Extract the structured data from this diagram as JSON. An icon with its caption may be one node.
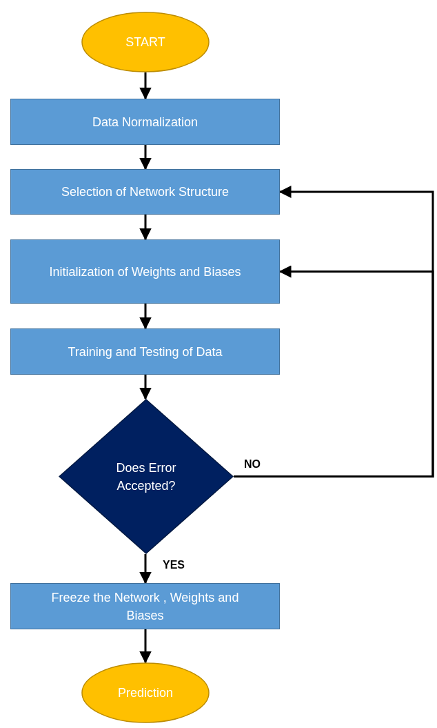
{
  "diagram": {
    "nodes": [
      {
        "text": [
          "START"
        ]
      },
      {
        "text": [
          "Data Normalization"
        ]
      },
      {
        "text": [
          "Selection of Network Structure"
        ]
      },
      {
        "text": [
          "Initialization of Weights and Biases"
        ]
      },
      {
        "text": [
          "Training and Testing of Data"
        ]
      },
      {
        "text": [
          "Does Error Accepted?"
        ]
      },
      {
        "text": [
          "Freeze the Network , Weights and Biases"
        ]
      },
      {
        "text": [
          "Prediction"
        ]
      }
    ],
    "edges": [
      {
        "from": 0,
        "to": 1,
        "arrow": "to"
      },
      {
        "from": 1,
        "to": 2,
        "arrow": "to"
      },
      {
        "from": 2,
        "to": 3,
        "arrow": "to"
      },
      {
        "from": 3,
        "to": 4,
        "arrow": "to"
      },
      {
        "from": 4,
        "to": 5,
        "arrow": "to"
      },
      {
        "from": 5,
        "to": 6,
        "arrow": "to",
        "label": "YES"
      },
      {
        "from": 6,
        "to": 7,
        "arrow": "to"
      },
      {
        "from": 5,
        "to": 2,
        "arrow": "to",
        "label": "NO"
      },
      {
        "from": 5,
        "to": 3,
        "arrow": "to"
      }
    ]
  }
}
